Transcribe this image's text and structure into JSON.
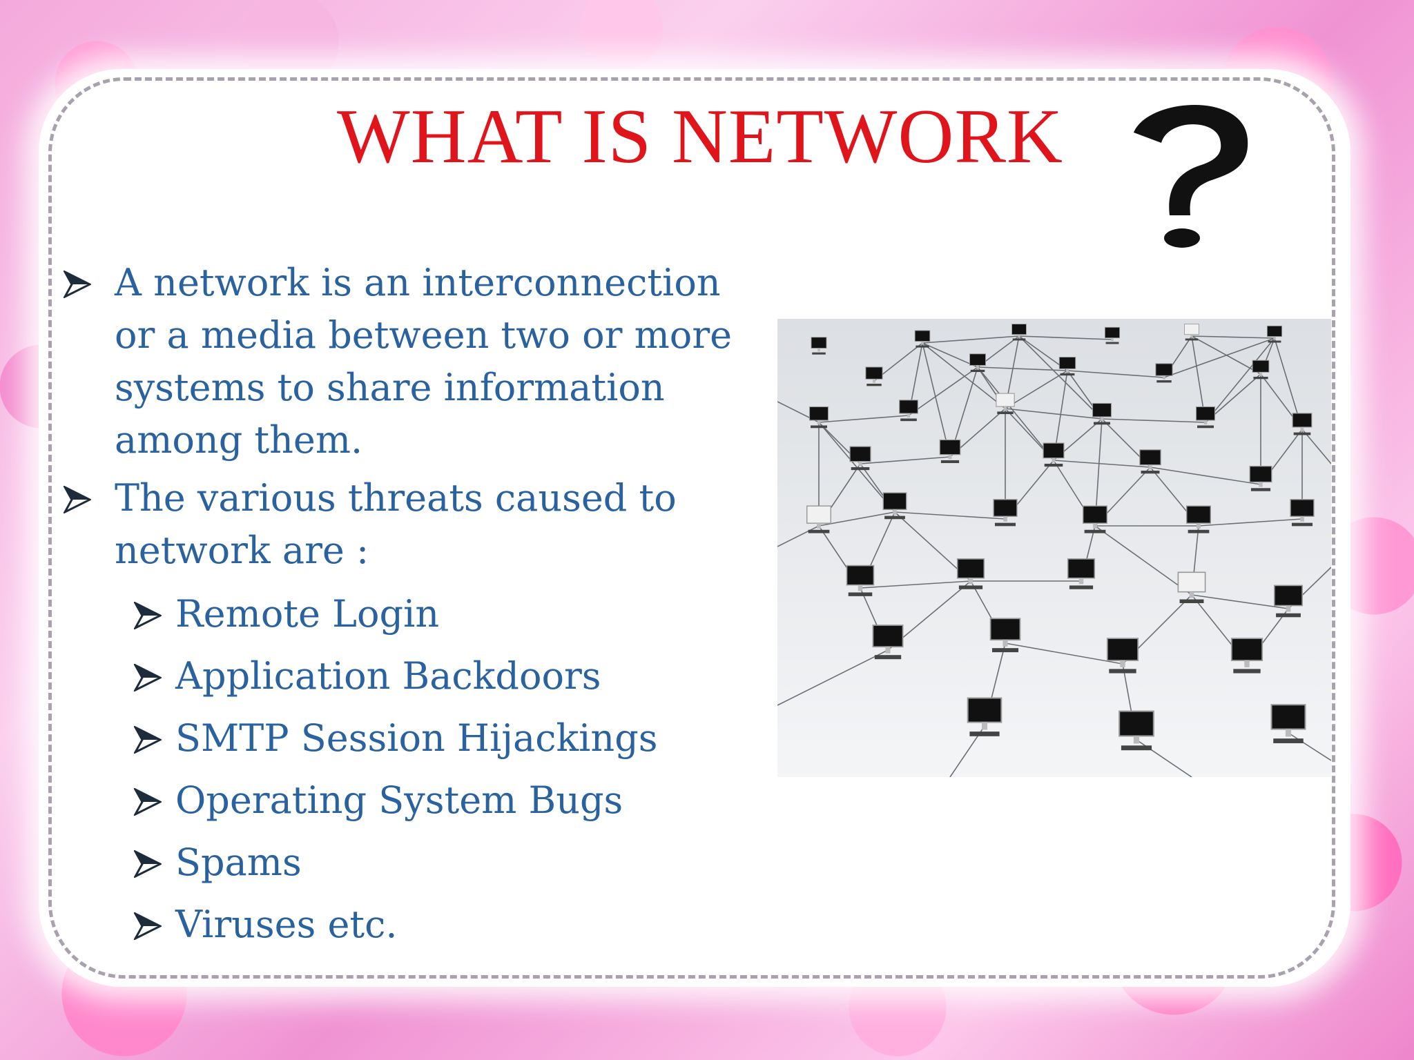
{
  "slide": {
    "title": "WHAT IS NETWORK",
    "bullets": [
      {
        "text": "A network is an interconnection or a media between two or more systems to share information among them."
      },
      {
        "text": "The various threats caused to network are :"
      }
    ],
    "threats": [
      "Remote Login",
      "Application Backdoors",
      "SMTP Session Hijackings",
      "Operating System Bugs",
      "Spams",
      "Viruses etc."
    ]
  },
  "icons": {
    "bullet": "arrowhead-bullet-icon",
    "title_icon": "question-mark-head-icon",
    "image": "networked-computers-photo"
  },
  "colors": {
    "title": "#e0141b",
    "body_text": "#2a62a0",
    "background": "#f4a9dc",
    "card": "#ffffff"
  }
}
